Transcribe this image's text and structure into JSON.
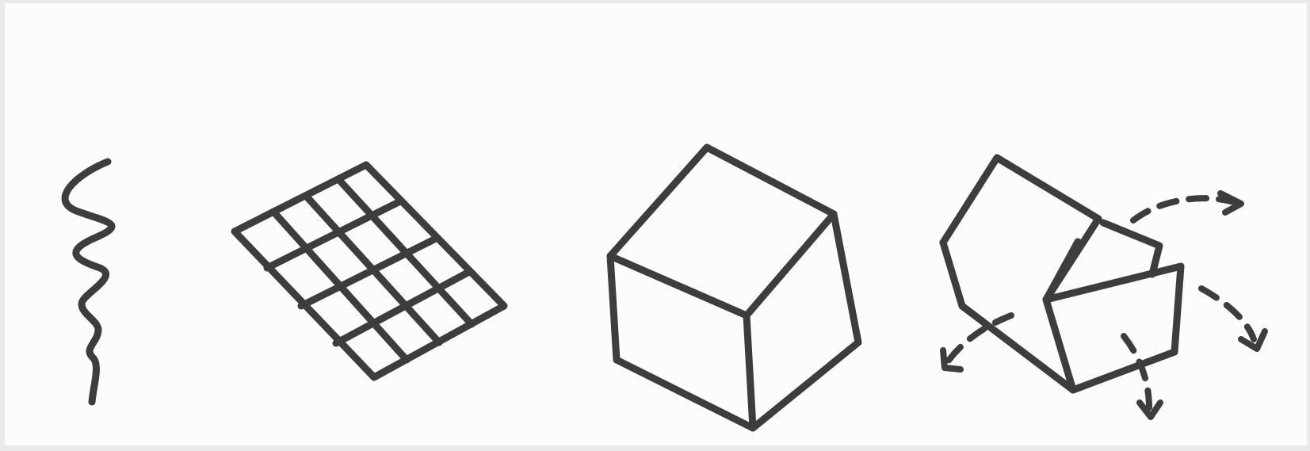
{
  "illustration": {
    "background_color": "#fcfcfa",
    "ink_color": "#3f3d3b",
    "panels": [
      {
        "id": "line",
        "icon": "squiggle-line-icon"
      },
      {
        "id": "surface",
        "icon": "grid-plane-icon"
      },
      {
        "id": "solid",
        "icon": "cube-icon"
      },
      {
        "id": "unfolding",
        "icon": "exploding-box-icon"
      }
    ]
  }
}
